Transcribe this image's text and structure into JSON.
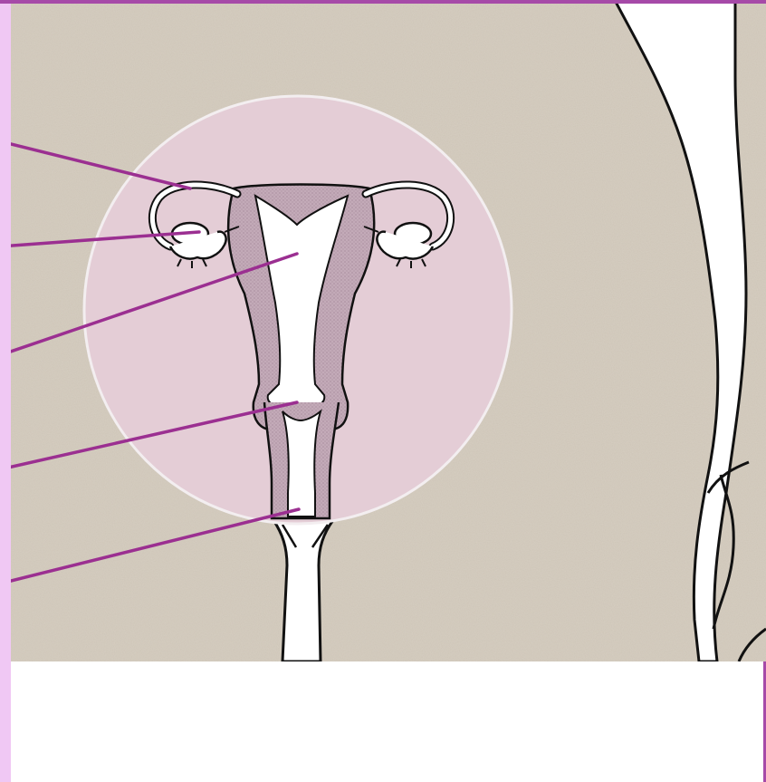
{
  "colors": {
    "frame_pink": "#f0c8f4",
    "frame_magenta": "#a64aa8",
    "paper": "#cfc6b8",
    "circle_fill": "#e4cdd6",
    "circle_stroke": "#f3eef0",
    "tissue": "#b9a0ae",
    "tissue_dark": "#c7b3be",
    "leader_line": "#9b2f91",
    "ink": "#111111"
  },
  "diagram": {
    "subject": "uterus-cross-section",
    "leaders": [
      {
        "target": "fallopian-tube"
      },
      {
        "target": "ovary"
      },
      {
        "target": "uterine-cavity"
      },
      {
        "target": "cervix"
      },
      {
        "target": "vagina"
      }
    ]
  }
}
